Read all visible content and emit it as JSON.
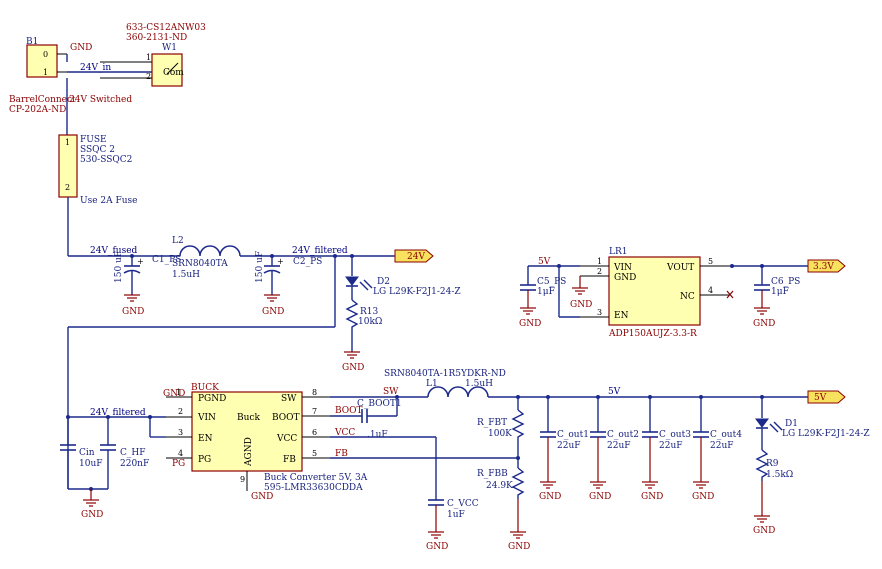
{
  "schematic": {
    "b1": {
      "ref": "B1",
      "pin0": "0",
      "pin1": "1",
      "net_gnd": "GND",
      "net_24v_in": "24V_in",
      "name": "BarrelConnect",
      "part": "CP-202A-ND"
    },
    "w1": {
      "ref": "W1",
      "part1": "633-CS12ANW03",
      "part2": "360-2131-ND",
      "pin1": "1",
      "pin2": "2",
      "com": "Com",
      "net_switched": "24V Switched"
    },
    "fuse": {
      "name": "FUSE",
      "model": "SSQC 2",
      "part": "530-SSQC2",
      "note": "Use 2A Fuse",
      "pin1": "1",
      "pin2": "2"
    },
    "input_filter": {
      "net_fused": "24V_fused",
      "net_filtered": "24V_filtered",
      "c1_ref": "C1_PS",
      "c1_val": "150 uF",
      "l2_ref": "L2",
      "l2_part": "SRN8040TA",
      "l2_val": "1.5uH",
      "c2_ref": "C2_PS",
      "c2_val": "150 uF",
      "port_24v": "24V",
      "d2_ref": "D2",
      "d2_part": "LG L29K-F2J1-24-Z",
      "r13_ref": "R13",
      "r13_val": "10kΩ"
    },
    "ldo": {
      "ref": "LR1",
      "part": "ADP150AUJZ-3.3-R",
      "pin_vin": "VIN",
      "pin_gnd": "GND",
      "pin_en": "EN",
      "pin_vout": "VOUT",
      "pin_nc": "NC",
      "pn1": "1",
      "pn2": "2",
      "pn3": "3",
      "pn5": "5",
      "pn4": "4",
      "net_5v": "5V",
      "c5_ref": "C5_PS",
      "c5_val": "1μF",
      "c6_ref": "C6_PS",
      "c6_val": "1μF",
      "port_33": "3.3V"
    },
    "buck": {
      "ref": "BUCK",
      "pin_pgnd": "PGND",
      "pin_vin": "VIN",
      "pin_en": "EN",
      "pin_pg": "PG",
      "pin_sw": "SW",
      "pin_boot": "BOOT",
      "pin_vcc": "VCC",
      "pin_fb": "FB",
      "pin_agnd": "AGND",
      "center": "Buck",
      "desc": "Buck Converter 5V, 3A",
      "part": "595-LMR33630CDDA",
      "pn1": "1",
      "pn2": "2",
      "pn3": "3",
      "pn4": "4",
      "pn8": "8",
      "pn7": "7",
      "pn6": "6",
      "pn5": "5",
      "pn9": "9",
      "lbl_gnd": "GND",
      "lbl_pg": "PG",
      "net_sw": "SW",
      "net_boot": "BOOT",
      "net_vcc": "VCC",
      "net_fb": "FB",
      "cboot_ref": "C_BOOT1",
      "cboot_val": ".1uF",
      "cvcc_ref": "C_VCC",
      "cvcc_val": "1uF",
      "cin_ref": "Cin",
      "cin_val": "10uF",
      "chf_ref": "C_HF",
      "chf_val": "220nF"
    },
    "output": {
      "l1_part": "SRN8040TA-1R5YDKR-ND",
      "l1_ref": "L1",
      "l1_val": "1.5uH",
      "net_5v": "5V",
      "port_5v": "5V",
      "rfbt_ref": "R_FBT",
      "rfbt_val": "100K",
      "rfbb_ref": "R_FBB",
      "rfbb_val": "24.9K",
      "cout1_ref": "C_out1",
      "cout2_ref": "C_out2",
      "cout3_ref": "C_out3",
      "cout4_ref": "C_out4",
      "cout_val": "22uF",
      "d1_ref": "D1",
      "d1_part": "LG L29K-F2J1-24-Z",
      "r9_ref": "R9",
      "r9_val": "1.5kΩ"
    },
    "gnd_label": "GND"
  }
}
